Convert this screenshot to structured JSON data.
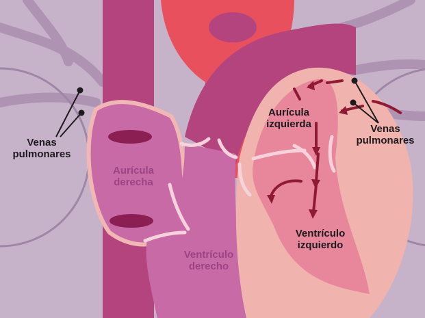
{
  "labels": {
    "pulmonary_veins_left": [
      "Venas",
      "pulmonares"
    ],
    "pulmonary_veins_right": [
      "Venas",
      "pulmonares"
    ],
    "right_atrium": [
      "Aurícula",
      "derecha"
    ],
    "right_ventricle": [
      "Ventrículo",
      "derecho"
    ],
    "left_atrium": [
      "Aurícula",
      "izquierda"
    ],
    "left_ventricle": [
      "Ventrículo",
      "izquierdo"
    ]
  },
  "colors": {
    "background": "#c6b3c9",
    "vessels": "#b3447e",
    "aorta_red": "#e9505e",
    "right_heart": "#c86aa6",
    "left_heart": "#f0b3ad",
    "blood_flow_arrows": "#8e1a33"
  }
}
